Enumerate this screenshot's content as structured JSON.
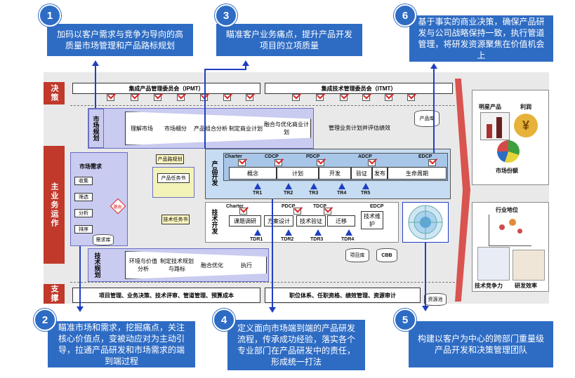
{
  "callouts": [
    {
      "num": "1",
      "text": "加码以客户需求与竞争为导向的高质量市场管理和产品路标规划"
    },
    {
      "num": "2",
      "text": "瞄准市场和需求，挖掘痛点，关注核心价值点，变被动应对为主动引导，拉通产品研发和市场需求的端到端过程"
    },
    {
      "num": "3",
      "text": "瞄准客户业务痛点，提升产品开发项目的立项质量"
    },
    {
      "num": "4",
      "text": "定义面向市场端到端的产品研发流程，传承成功经验，落实各个专业部门在产品研发中的责任，形成统一打法"
    },
    {
      "num": "5",
      "text": "构建以客户为中心的跨部门重量级产品开发和决策管理团队"
    },
    {
      "num": "6",
      "text": "基于事实的商业决策，确保产品研发与公司战略保持一致，执行管道管理，将研发资源聚焦在价值机会上"
    }
  ],
  "rows": {
    "decision": "决策",
    "main": "主业务运作",
    "support": "支撑"
  },
  "committees": {
    "ipmt": "集成产品管理委员会（IPMT）",
    "itmt": "集成技术管理委员会（ITMT）"
  },
  "market_planning": {
    "title": "市场规划",
    "steps": [
      "理解市场",
      "市场细分",
      "产品组合分析",
      "制定商业计划",
      "融合与优化商业计划"
    ]
  },
  "pipeline_review": "管理业务计划并评估绩效",
  "product_lib": "产品库",
  "market_demand": {
    "title": "市场需求",
    "steps": [
      "收集",
      "筛选",
      "分析",
      "排序"
    ],
    "decision": "路由",
    "pool": "需求库"
  },
  "docs": {
    "roadmap": "产品路规划",
    "task_book": "产品任务书",
    "tech_task": "技术任务书"
  },
  "product_dev": {
    "title": "产品开发",
    "gates": [
      "Charter",
      "CDCP",
      "PDCP",
      "ADCP",
      "EDCP"
    ],
    "phases": [
      "概念",
      "计划",
      "开发",
      "验证",
      "发布",
      "生命周期"
    ],
    "reviews": [
      "TR1",
      "TR2",
      "TR3",
      "TR4",
      "TR5"
    ]
  },
  "tech_dev": {
    "title": "技术开发",
    "gates": [
      "Charter",
      "PDCP",
      "TDCP",
      "EDCP"
    ],
    "phases": [
      "课题调研",
      "方案设计",
      "技术验证",
      "迁移",
      "技术维护"
    ],
    "reviews": [
      "TDR1",
      "TDR2",
      "TDR3",
      "TDR4"
    ]
  },
  "project_lib": "项目库",
  "cbb": "CBB",
  "tech_planning": {
    "title": "技术规划",
    "steps": [
      "环境与价值分析",
      "制定技术规划与路标",
      "融合优化",
      "执行"
    ]
  },
  "support": {
    "left": "项目管理、业务决策、技术评审、管道管理、预算成本",
    "right": "职位体系、任职资格、绩效管理、资源审计",
    "pool": "资源池"
  },
  "right_top": {
    "star": "明星产品",
    "profit": "利润",
    "share": "市场份额"
  },
  "right_bottom": {
    "position": "行业地位",
    "competitiveness": "技术竞争力",
    "efficiency": "研发效率"
  },
  "colors": {
    "accent": "#2e6cc4",
    "check": "#dd2222",
    "lavender": "#c9cbf0",
    "arrow": "#1f3fc2",
    "label": "#c0392b"
  }
}
